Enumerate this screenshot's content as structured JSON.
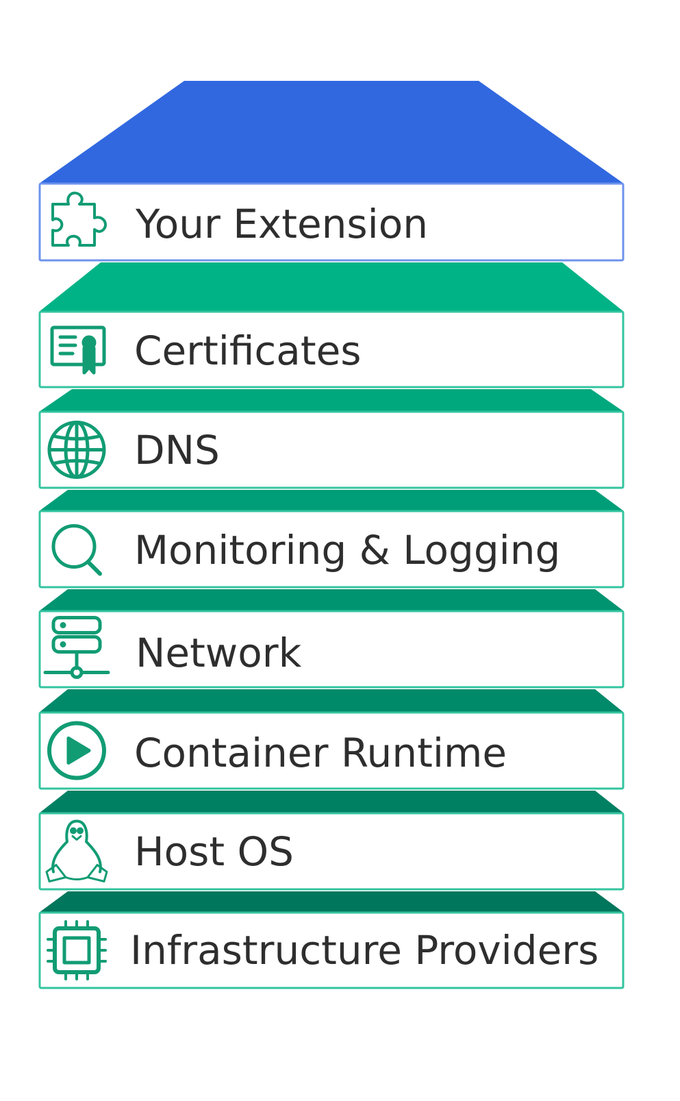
{
  "layers": [
    {
      "label": "Your Extension",
      "icon": "puzzle-icon",
      "color": "#3168e0",
      "border": "#6d93ec"
    },
    {
      "label": "Certificates",
      "icon": "certificate-icon",
      "color": "#00b386",
      "border": "#33c49f"
    },
    {
      "label": "DNS",
      "icon": "globe-icon",
      "color": "#00a87e",
      "border": "#33c49f"
    },
    {
      "label": "Monitoring & Logging",
      "icon": "magnifier-icon",
      "color": "#009e78",
      "border": "#33c49f"
    },
    {
      "label": "Network",
      "icon": "server-network-icon",
      "color": "#009471",
      "border": "#33c49f"
    },
    {
      "label": "Container Runtime",
      "icon": "play-circle-icon",
      "color": "#008a6a",
      "border": "#33c49f"
    },
    {
      "label": "Host OS",
      "icon": "penguin-icon",
      "color": "#008063",
      "border": "#33c49f"
    },
    {
      "label": "Infrastructure Providers",
      "icon": "chip-icon",
      "color": "#00765c",
      "border": "#33c49f"
    }
  ],
  "icon_color": "#129c74"
}
